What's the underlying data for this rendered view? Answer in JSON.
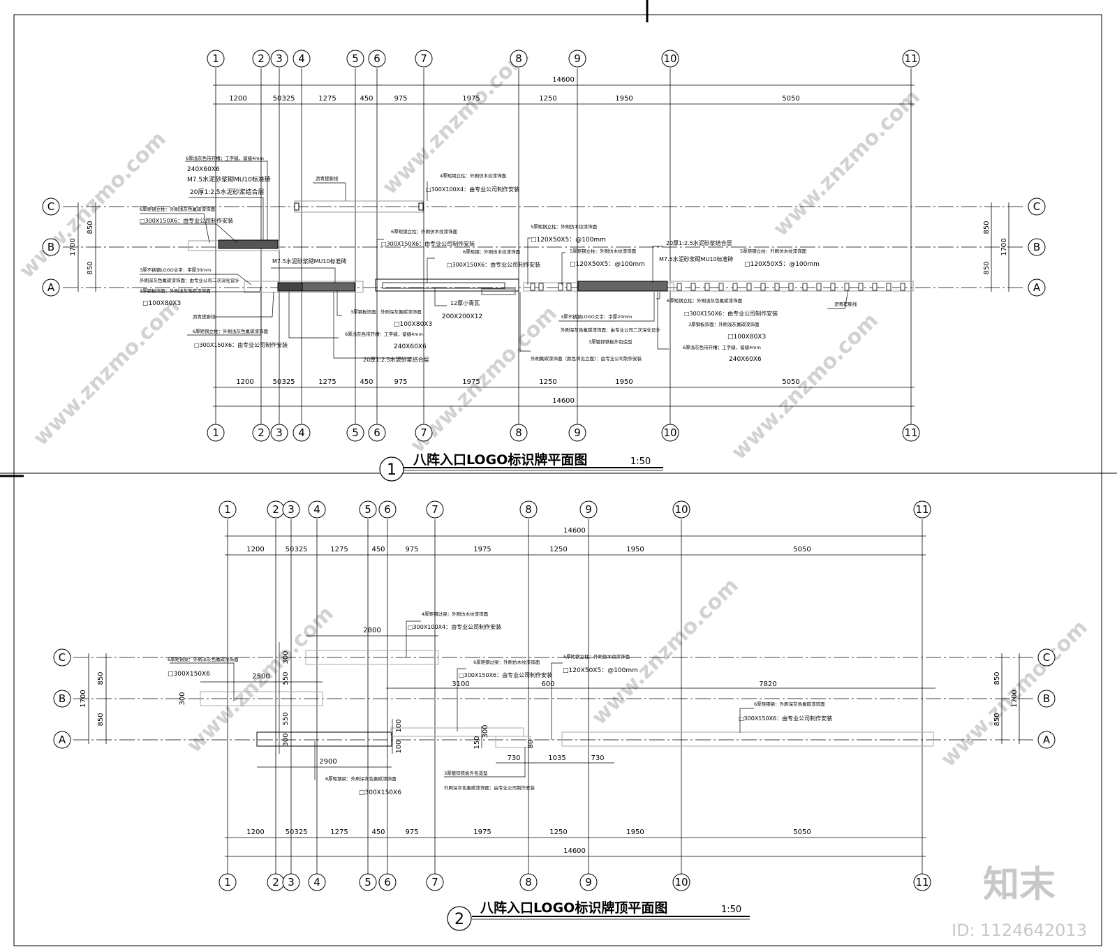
{
  "plans": [
    {
      "title": "八阵入口LOGO标识牌平面图",
      "scale": "1:50",
      "number": "1",
      "grid_labels_x": [
        "1",
        "2",
        "3",
        "4",
        "5",
        "6",
        "7",
        "8",
        "9",
        "10",
        "11"
      ],
      "grid_labels_y": [
        "C",
        "B",
        "A"
      ],
      "dims_top": [
        "1200",
        "50",
        "325",
        "1275",
        "450",
        "975",
        "1975",
        "1250",
        "1950",
        "5050"
      ],
      "overall": "14600",
      "dims_left": [
        "850",
        "850"
      ],
      "left_total": "1700",
      "notes": {
        "n1": "6厚浅灰色带开槽；工字缝，留缝4mm",
        "n2": "240X60X6",
        "n3": "M7.5水泥砂浆砌MU10标准砖",
        "n4": "20厚1:2.5水泥砂浆结合层",
        "n5": "6厚矩钢立柱：外刷浅灰色氟碳漆饰面",
        "n6": "□300X150X6：由专业公司制作安装",
        "n7": "3厚不锈钢LOGO文字：字厚30mm",
        "n8": "外刷深灰色氟碳漆饰面：由专业公司二次深化设计",
        "n9": "3厚钢板饰面：外刷浅灰氟碳漆饰面",
        "n10": "□100X80X3",
        "n11": "沥青搓膨线",
        "n12": "6厚矩钢立柱：外刷浅灰色氟碳漆饰面",
        "n13": "□300X150X6：由专业公司制作安装",
        "n14": "沥青搓膨线",
        "n15": "4厚矩钢立柱：外刷仿木纹漆饰面",
        "n16": "□300X100X4：由专业公司制作安装",
        "n17": "6厚矩钢立柱：外刷仿木纹漆饰面",
        "n18": "□300X150X6：由专业公司制作安装",
        "n19": "6厚矩钢：外刷仿木纹漆饰面",
        "n20": "□300X150X6：由专业公司制作安装",
        "n21": "M7.5水泥砂浆砌MU10标准砖",
        "n22": "3厚钢板饰面：外刷深灰氟碳漆饰面",
        "n23": "□100X80X3",
        "n24": "6厚浅灰色带开槽：工字缝，留缝4mm",
        "n25": "240X60X6",
        "n26": "20厚1:2.5水泥砂浆结合层",
        "n27": "12厚小青瓦",
        "n28": "200X200X12",
        "n29": "5厚矩钢立柱：外刷仿木纹漆饰面",
        "n30": "□120X50X5：@100mm",
        "n31": "5厚矩钢立柱：外刷仿木纹漆饰面",
        "n32": "□120X50X5：@100mm",
        "n33": "3厚不锈钢LOGO文字：字厚20mm",
        "n34": "外刷深灰色氟碳漆饰面：由专业公司二次深化设计",
        "n35": "3厚镀锌铁板外包造型",
        "n36": "外刷氟碳漆饰面（颜色详见立面）：由专业公司制作安装",
        "n37": "20厚1:2.5水泥砂浆结合层",
        "n38": "M7.5水泥砂浆砌MU10标准砖",
        "n39": "5厚矩钢立柱：外刷仿木纹漆饰面",
        "n40": "□120X50X5：@100mm",
        "n41": "6厚矩钢立柱：外刷浅灰色氟碳漆饰面",
        "n42": "□300X150X6：由专业公司制作安装",
        "n43": "3厚钢板饰面：外刷浅灰氟碳漆饰面",
        "n44": "□100X80X3",
        "n45": "6厚浅灰色带开槽；工字缝，留缝4mm",
        "n46": "240X60X6",
        "n47": "沥青搓膨线"
      }
    },
    {
      "title": "八阵入口LOGO标识牌顶平面图",
      "scale": "1:50",
      "number": "2",
      "grid_labels_x": [
        "1",
        "2",
        "3",
        "4",
        "5",
        "6",
        "7",
        "8",
        "9",
        "10",
        "11"
      ],
      "grid_labels_y": [
        "C",
        "B",
        "A"
      ],
      "dims_top": [
        "1200",
        "50",
        "325",
        "1275",
        "450",
        "975",
        "1975",
        "1250",
        "1950",
        "5050"
      ],
      "overall": "14600",
      "dims_left": [
        "850",
        "850"
      ],
      "left_total": "1700",
      "dims_inner": {
        "d2800": "2800",
        "d2500": "2500",
        "d2900": "2900",
        "d3100": "3100",
        "d600": "600",
        "d7820": "7820",
        "d730a": "730",
        "d1035": "1035",
        "d730b": "730",
        "v300a": "300",
        "v550a": "550",
        "v550b": "550",
        "v300b": "300",
        "v300c": "300",
        "v100a": "100",
        "v100b": "100",
        "v150": "150",
        "v300d": "300",
        "v80": "80"
      },
      "notes": {
        "m1": "4厚矩钢过梁：外刷仿木纹漆饰面",
        "m2": "□300X100X4：由专业公司制作安装",
        "m3": "6厚矩钢梁：外刷深灰色氟碳漆饰面",
        "m4": "□300X150X6",
        "m5": "6厚矩钢过梁：外刷仿木纹漆饰面",
        "m6": "□300X150X6：由专业公司制作安装",
        "m7": "5厚矩钢立柱：外刷仿木纹漆饰面",
        "m8": "□120X50X5：@100mm",
        "m9": "6厚矩钢梁：外刷深灰色氟碳漆饰面",
        "m10": "□300X150X6：由专业公司制作安装",
        "m11": "6厚矩钢梁：外刷深灰色氟碳漆饰面",
        "m12": "□300X150X6",
        "m13": "3厚镀锌铁板外包造型",
        "m14": "外刷深灰色氟碳漆饰面：由专业公司制作安装"
      }
    }
  ],
  "watermark": {
    "brand": "知末",
    "id": "ID: 1124642013",
    "site": "www.znzmo.com"
  }
}
